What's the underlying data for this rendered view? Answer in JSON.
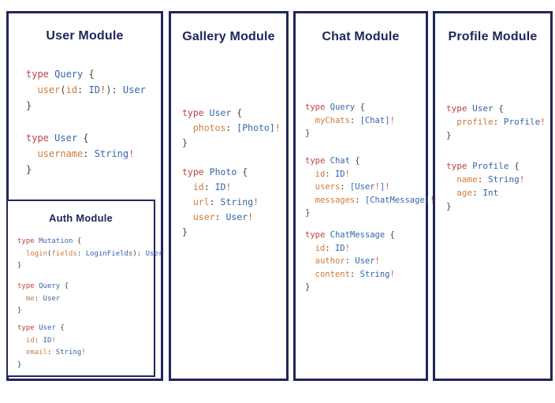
{
  "colors": {
    "navy": "#20265a",
    "kw": "#bc4240",
    "type": "#3465a8",
    "field": "#cd7b3c",
    "punct": "#444444",
    "bang": "#cd5b35"
  },
  "panels": {
    "user": {
      "title": "User Module",
      "blocks": [
        [
          "type Query {",
          "  user(id: ID!): User",
          "}"
        ],
        [
          "type User {",
          "  username: String!",
          "}"
        ]
      ]
    },
    "auth": {
      "title": "Auth Module",
      "blocks": [
        [
          "type Mutation {",
          "  login(fields: LoginFields): User",
          "}"
        ],
        [
          "type Query {",
          "  me: User",
          "}"
        ],
        [
          "type User {",
          "  id: ID!",
          "  email: String!",
          "}"
        ]
      ]
    },
    "gallery": {
      "title": "Gallery Module",
      "blocks": [
        [
          "type User {",
          "  photos: [Photo]!",
          "}"
        ],
        [
          "type Photo {",
          "  id: ID!",
          "  url: String!",
          "  user: User!",
          "}"
        ]
      ]
    },
    "chat": {
      "title": "Chat Module",
      "blocks": [
        [
          "type Query {",
          "  myChats: [Chat]!",
          "}"
        ],
        [
          "type Chat {",
          "  id: ID!",
          "  users: [User!]!",
          "  messages: [ChatMessage]!",
          "}"
        ],
        [
          "type ChatMessage {",
          "  id: ID!",
          "  author: User!",
          "  content: String!",
          "}"
        ]
      ]
    },
    "profile": {
      "title": "Profile Module",
      "blocks": [
        [
          "type User {",
          "  profile: Profile!",
          "}"
        ],
        [
          "type Profile {",
          "  name: String!",
          "  age: Int",
          "}"
        ]
      ]
    }
  }
}
